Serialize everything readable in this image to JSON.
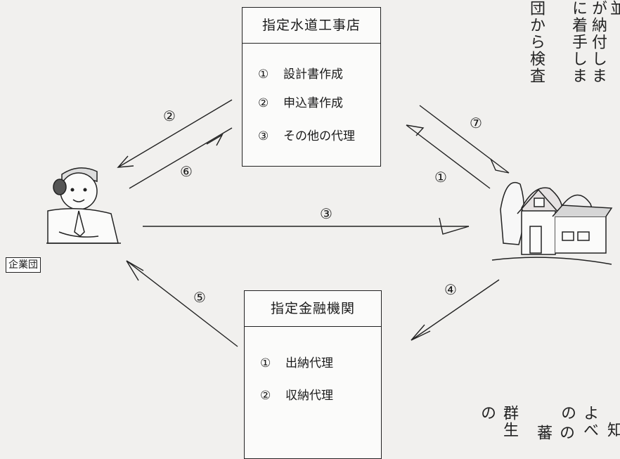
{
  "contractor": {
    "title": "指定水道工事店",
    "items": [
      {
        "num": "①",
        "label": "設計書作成"
      },
      {
        "num": "②",
        "label": "申込書作成"
      },
      {
        "num": "③",
        "label": "その他の代理"
      }
    ]
  },
  "bank": {
    "title": "指定金融機関",
    "items": [
      {
        "num": "①",
        "label": "出納代理"
      },
      {
        "num": "②",
        "label": "収納代理"
      }
    ]
  },
  "enterprise_label": "企業団",
  "flow_numbers": {
    "f2": "②",
    "f6": "⑥",
    "f3": "③",
    "f5": "⑤",
    "f7": "⑦",
    "f1": "①",
    "f4": "④"
  },
  "side_text": [
    "団から検査",
    "に着手しま",
    "が納付しま",
    "並"
  ],
  "bottom_text": [
    "群生の",
    "よべの",
    "の蕃",
    "知"
  ],
  "icons": [
    "worker-person-icon",
    "house-with-trees-icon"
  ]
}
